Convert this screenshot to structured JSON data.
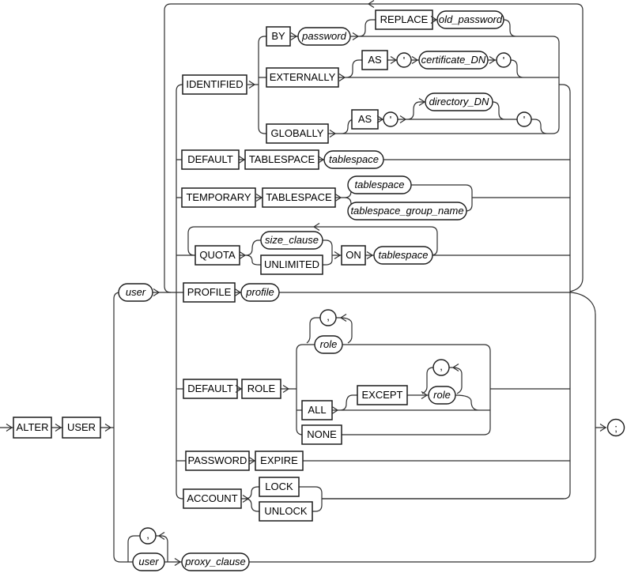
{
  "diagram": {
    "type": "railroad-syntax-diagram",
    "statement": "ALTER USER"
  },
  "labels": {
    "alter": "ALTER",
    "user_keyword": "USER",
    "user_var": "user",
    "identified": "IDENTIFIED",
    "by": "BY",
    "password_var": "password",
    "replace": "REPLACE",
    "old_password": "old_password",
    "externally": "EXTERNALLY",
    "as_keyword": "AS",
    "quote": "'",
    "certificate_dn": "certificate_DN",
    "globally": "GLOBALLY",
    "directory_dn": "directory_DN",
    "default_keyword": "DEFAULT",
    "tablespace_keyword": "TABLESPACE",
    "tablespace_var": "tablespace",
    "temporary": "TEMPORARY",
    "tablespace_group_name": "tablespace_group_name",
    "quota": "QUOTA",
    "size_clause": "size_clause",
    "unlimited": "UNLIMITED",
    "on_keyword": "ON",
    "profile_keyword": "PROFILE",
    "profile_var": "profile",
    "role_keyword": "ROLE",
    "role_var": "role",
    "all_keyword": "ALL",
    "except": "EXCEPT",
    "none": "NONE",
    "password_keyword": "PASSWORD",
    "expire": "EXPIRE",
    "account": "ACCOUNT",
    "lock": "LOCK",
    "unlock": "UNLOCK",
    "comma": ",",
    "semicolon": ";",
    "proxy_clause": "proxy_clause"
  }
}
